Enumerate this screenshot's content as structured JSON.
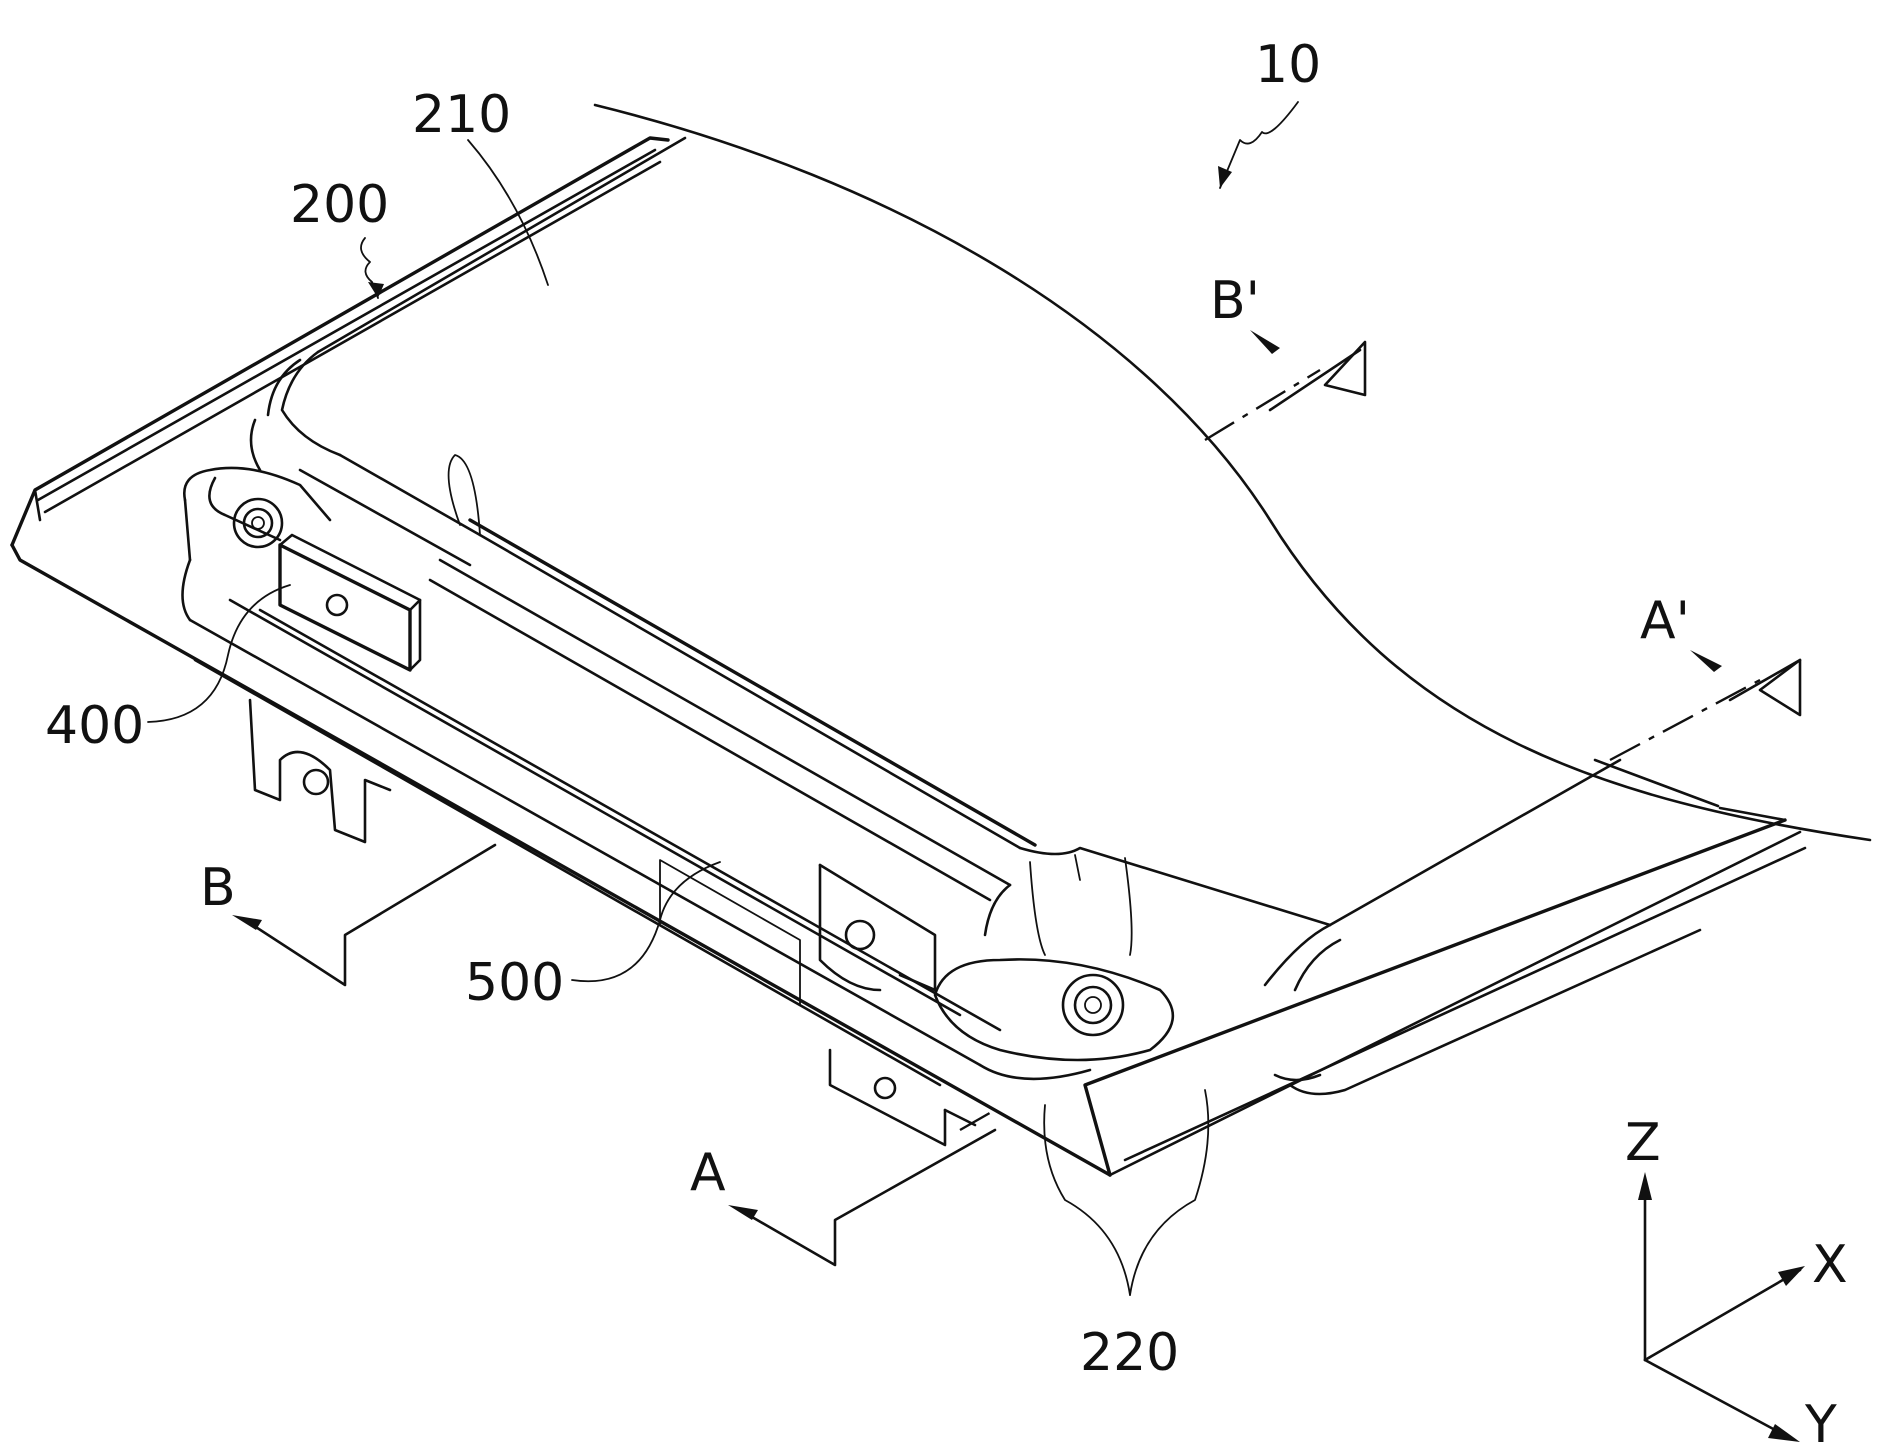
{
  "labels": {
    "assembly": "10",
    "frame": "200",
    "plate": "210",
    "side_walls": "220",
    "bracket": "400",
    "rail": "500"
  },
  "section_markers": {
    "a": "A",
    "a_prime": "A'",
    "b": "B",
    "b_prime": "B'"
  },
  "axes": {
    "x": "X",
    "y": "Y",
    "z": "Z"
  }
}
